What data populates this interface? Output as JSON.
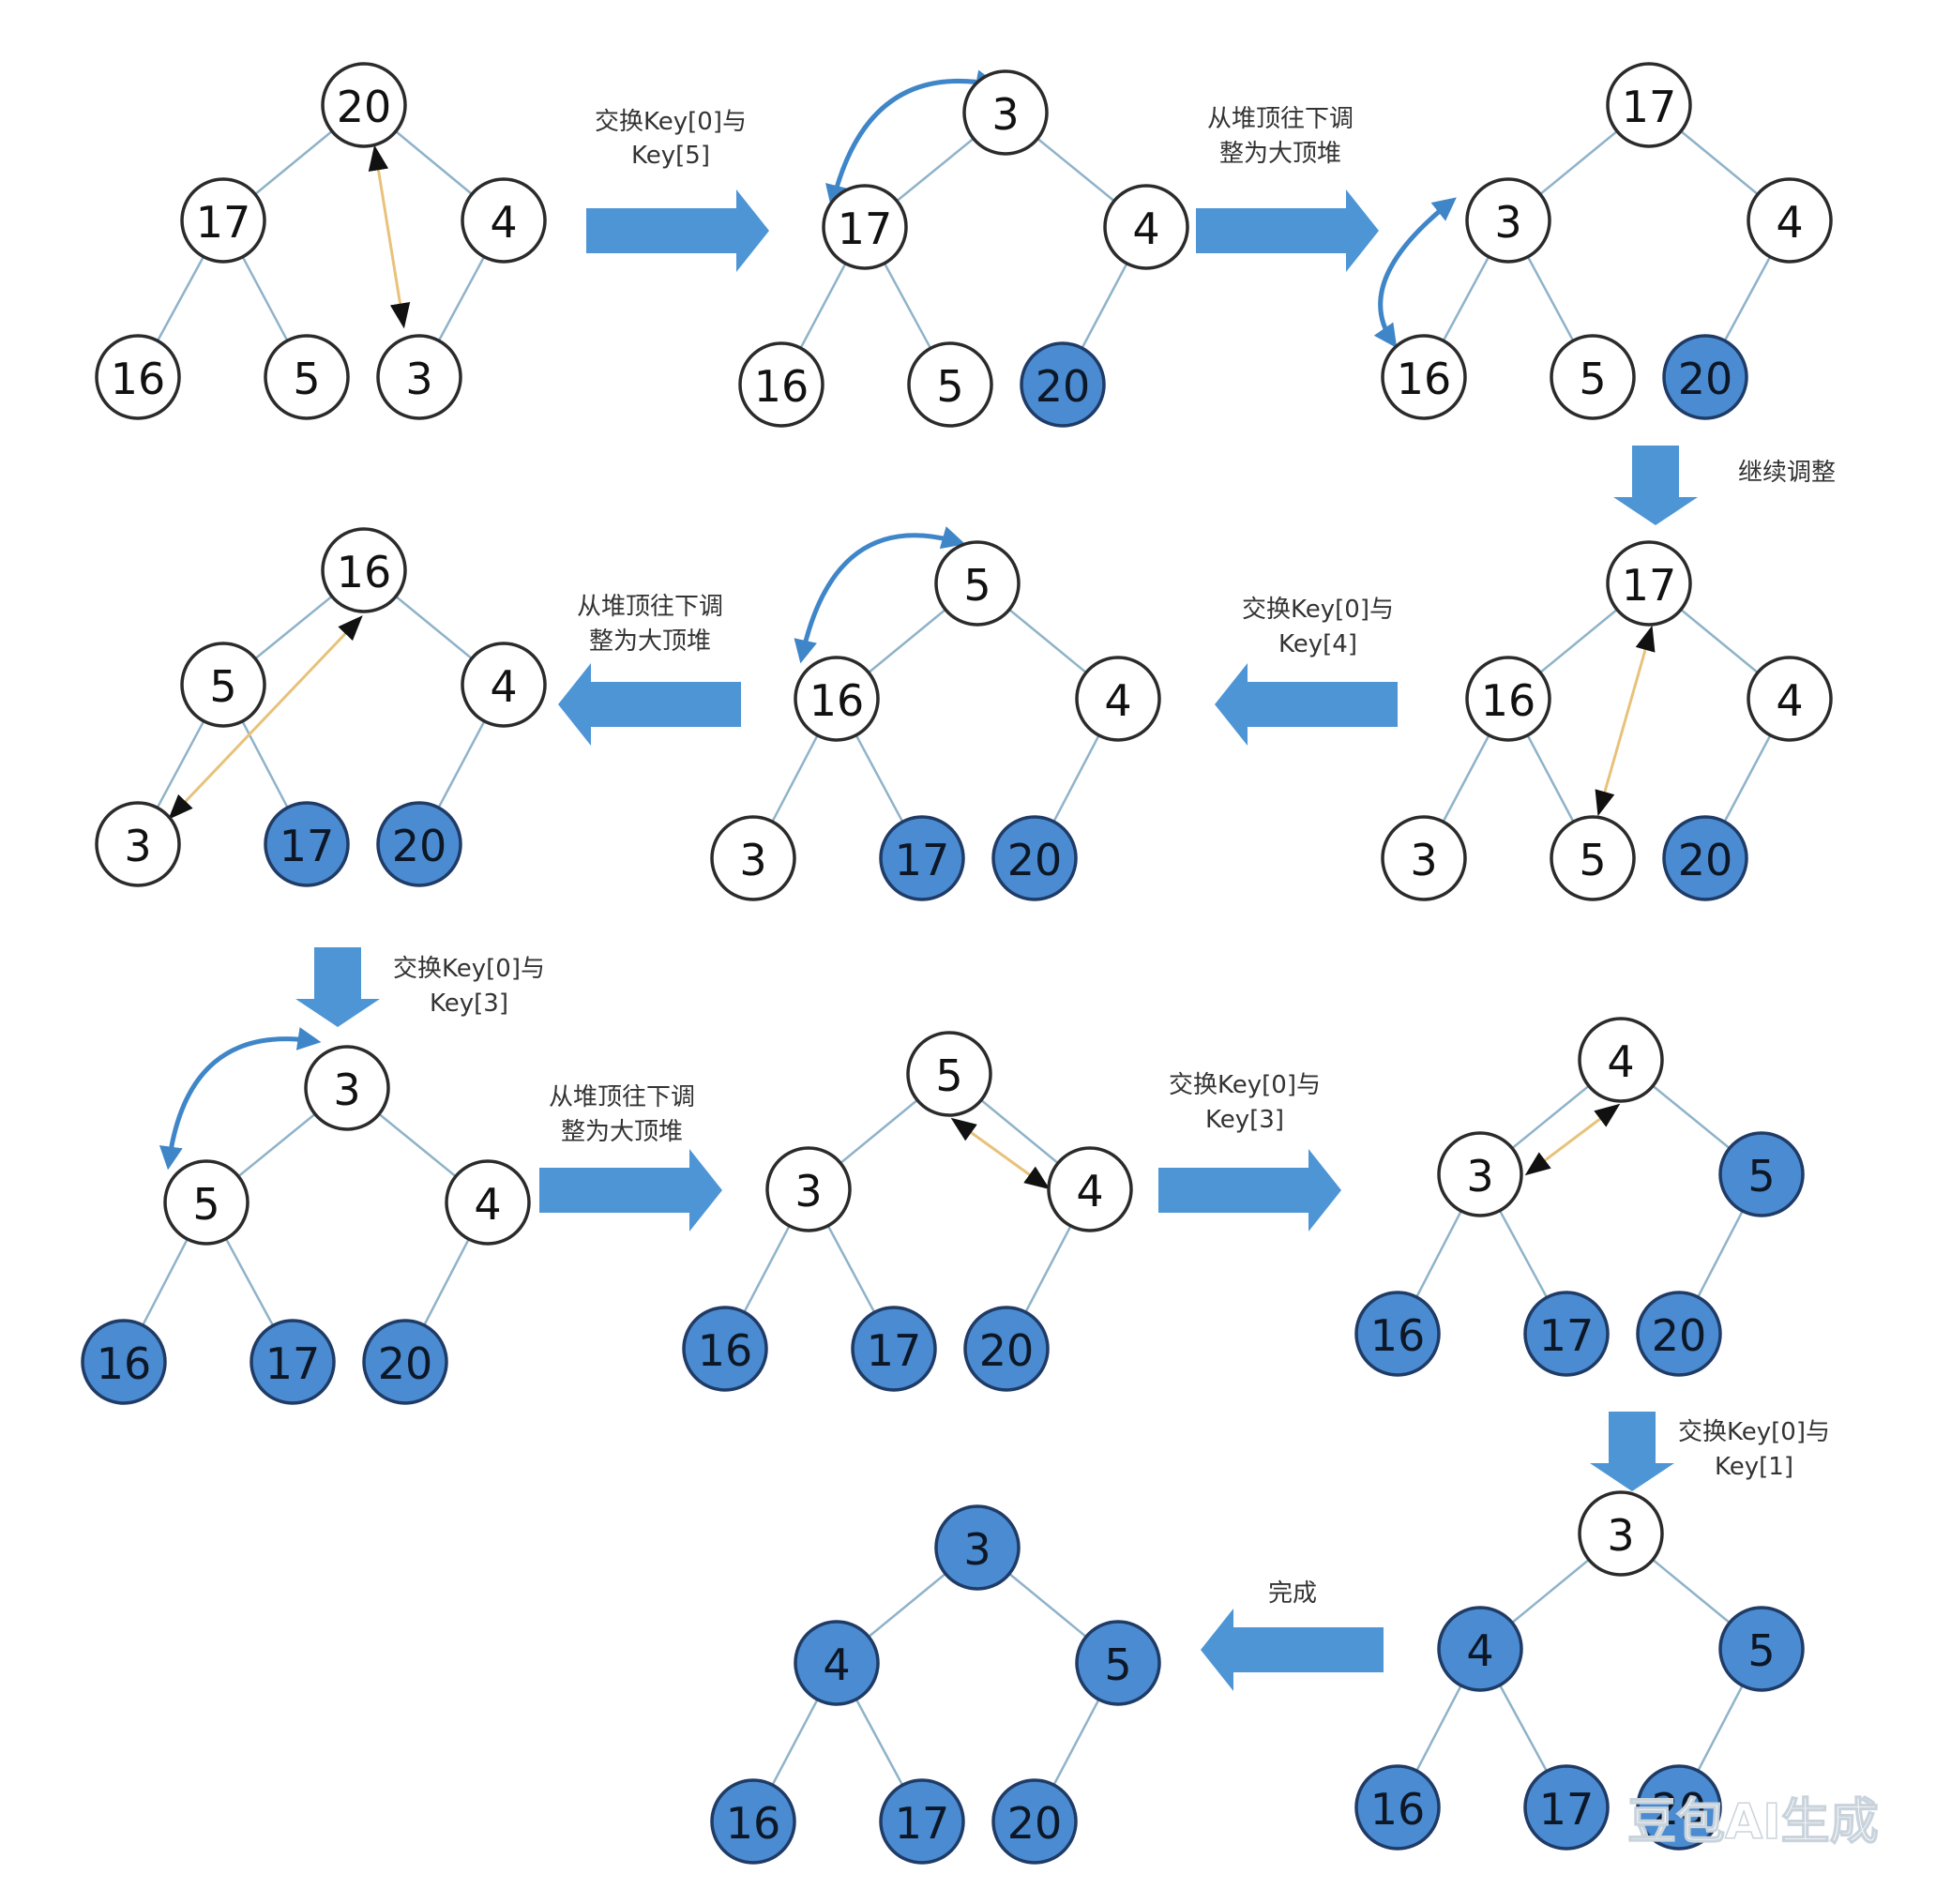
{
  "labels": {
    "swap5": [
      "交换Key[0]与",
      "Key[5]"
    ],
    "adjust1": [
      "从堆顶往下调",
      "整为大顶堆"
    ],
    "continue": "继续调整",
    "adjust2": [
      "从堆顶往下调",
      "整为大顶堆"
    ],
    "swap4": [
      "交换Key[0]与",
      "Key[4]"
    ],
    "swap3a": [
      "交换Key[0]与",
      "Key[3]"
    ],
    "adjust3": [
      "从堆顶往下调",
      "整为大顶堆"
    ],
    "swap3b": [
      "交换Key[0]与",
      "Key[3]"
    ],
    "swap1": [
      "交换Key[0]与",
      "Key[1]"
    ],
    "done": "完成"
  },
  "trees": [
    {
      "values": [
        "20",
        "17",
        "4",
        "16",
        "5",
        "3"
      ],
      "sorted": [
        false,
        false,
        false,
        false,
        false,
        false
      ]
    },
    {
      "values": [
        "3",
        "17",
        "4",
        "16",
        "5",
        "20"
      ],
      "sorted": [
        false,
        false,
        false,
        false,
        false,
        true
      ]
    },
    {
      "values": [
        "17",
        "3",
        "4",
        "16",
        "5",
        "20"
      ],
      "sorted": [
        false,
        false,
        false,
        false,
        false,
        true
      ]
    },
    {
      "values": [
        "17",
        "16",
        "4",
        "3",
        "5",
        "20"
      ],
      "sorted": [
        false,
        false,
        false,
        false,
        false,
        true
      ]
    },
    {
      "values": [
        "5",
        "16",
        "4",
        "3",
        "17",
        "20"
      ],
      "sorted": [
        false,
        false,
        false,
        false,
        true,
        true
      ]
    },
    {
      "values": [
        "16",
        "5",
        "4",
        "3",
        "17",
        "20"
      ],
      "sorted": [
        false,
        false,
        false,
        false,
        true,
        true
      ]
    },
    {
      "values": [
        "3",
        "5",
        "4",
        "16",
        "17",
        "20"
      ],
      "sorted": [
        false,
        false,
        false,
        true,
        true,
        true
      ]
    },
    {
      "values": [
        "5",
        "3",
        "4",
        "16",
        "17",
        "20"
      ],
      "sorted": [
        false,
        false,
        false,
        true,
        true,
        true
      ]
    },
    {
      "values": [
        "4",
        "3",
        "5",
        "16",
        "17",
        "20"
      ],
      "sorted": [
        false,
        false,
        true,
        true,
        true,
        true
      ]
    },
    {
      "values": [
        "3",
        "4",
        "5",
        "16",
        "17",
        "20"
      ],
      "sorted": [
        false,
        true,
        true,
        true,
        true,
        true
      ]
    },
    {
      "values": [
        "3",
        "4",
        "5",
        "16",
        "17",
        "20"
      ],
      "sorted": [
        true,
        true,
        true,
        true,
        true,
        true
      ]
    }
  ],
  "watermark": "豆包AI生成",
  "colors": {
    "sorted_fill": "#4a8bd1",
    "arrow_fill": "#4e95d6",
    "edge": "#8fb3c9"
  }
}
